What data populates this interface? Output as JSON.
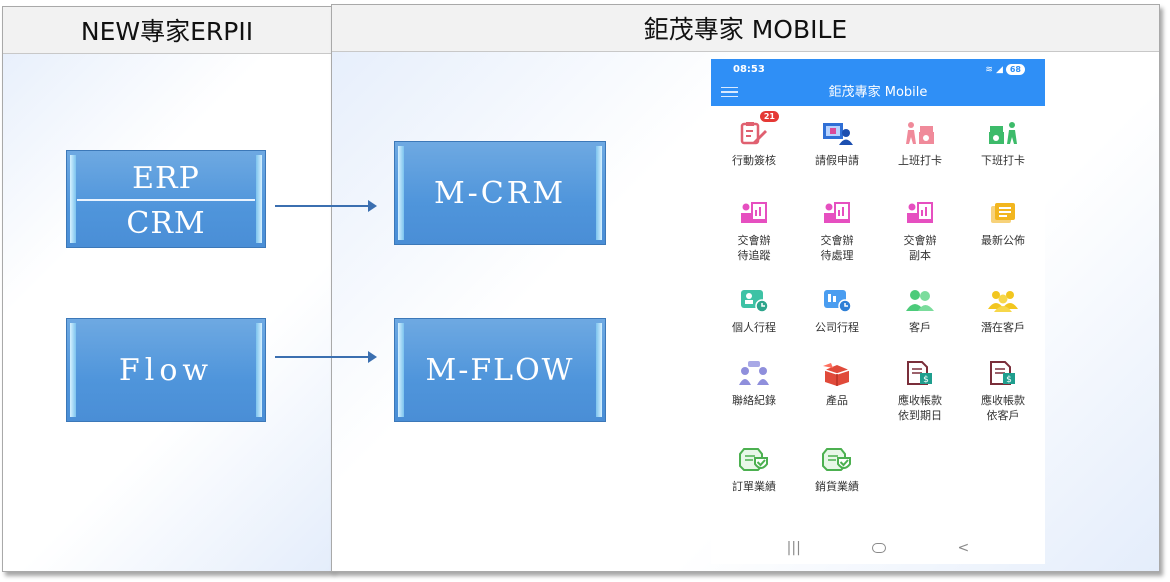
{
  "left_panel": {
    "title": "NEW專家ERPII",
    "boxes": [
      {
        "top": "ERP",
        "bottom": "CRM"
      },
      {
        "label": "Flow"
      }
    ]
  },
  "right_panel": {
    "title": "鉅茂專家 MOBILE",
    "boxes": [
      {
        "label": "M-CRM"
      },
      {
        "label": "M-FLOW"
      }
    ]
  },
  "colors": {
    "box_blue": "#4f95db",
    "arrow": "#3b6fb0",
    "phone_bar": "#2f8ff6"
  },
  "phone": {
    "status": {
      "time": "08:53",
      "battery": "68"
    },
    "title": "鉅茂專家 Mobile",
    "items": [
      {
        "label": "行動簽核",
        "icon": "clipboard-edit-icon",
        "badge": "21"
      },
      {
        "label": "請假申請",
        "icon": "leave-request-icon"
      },
      {
        "label": "上班打卡",
        "icon": "clock-in-icon"
      },
      {
        "label": "下班打卡",
        "icon": "clock-out-icon"
      },
      {
        "label": "交會辦\n待追蹤",
        "icon": "meeting-board-icon"
      },
      {
        "label": "交會辦\n待處理",
        "icon": "meeting-board-icon"
      },
      {
        "label": "交會辦\n副本",
        "icon": "meeting-board-icon"
      },
      {
        "label": "最新公佈",
        "icon": "announcement-icon"
      },
      {
        "label": "個人行程",
        "icon": "personal-schedule-icon"
      },
      {
        "label": "公司行程",
        "icon": "company-schedule-icon"
      },
      {
        "label": "客戶",
        "icon": "customers-icon"
      },
      {
        "label": "潛在客戶",
        "icon": "prospects-icon"
      },
      {
        "label": "聯絡紀錄",
        "icon": "contact-log-icon"
      },
      {
        "label": "產品",
        "icon": "product-box-icon"
      },
      {
        "label": "應收帳款\n依到期日",
        "icon": "receivable-date-icon"
      },
      {
        "label": "應收帳款\n依客戶",
        "icon": "receivable-customer-icon"
      },
      {
        "label": "訂單業績",
        "icon": "order-performance-icon"
      },
      {
        "label": "銷貨業績",
        "icon": "sales-performance-icon"
      }
    ],
    "nav": {
      "recent": "|||",
      "back": "<"
    }
  }
}
